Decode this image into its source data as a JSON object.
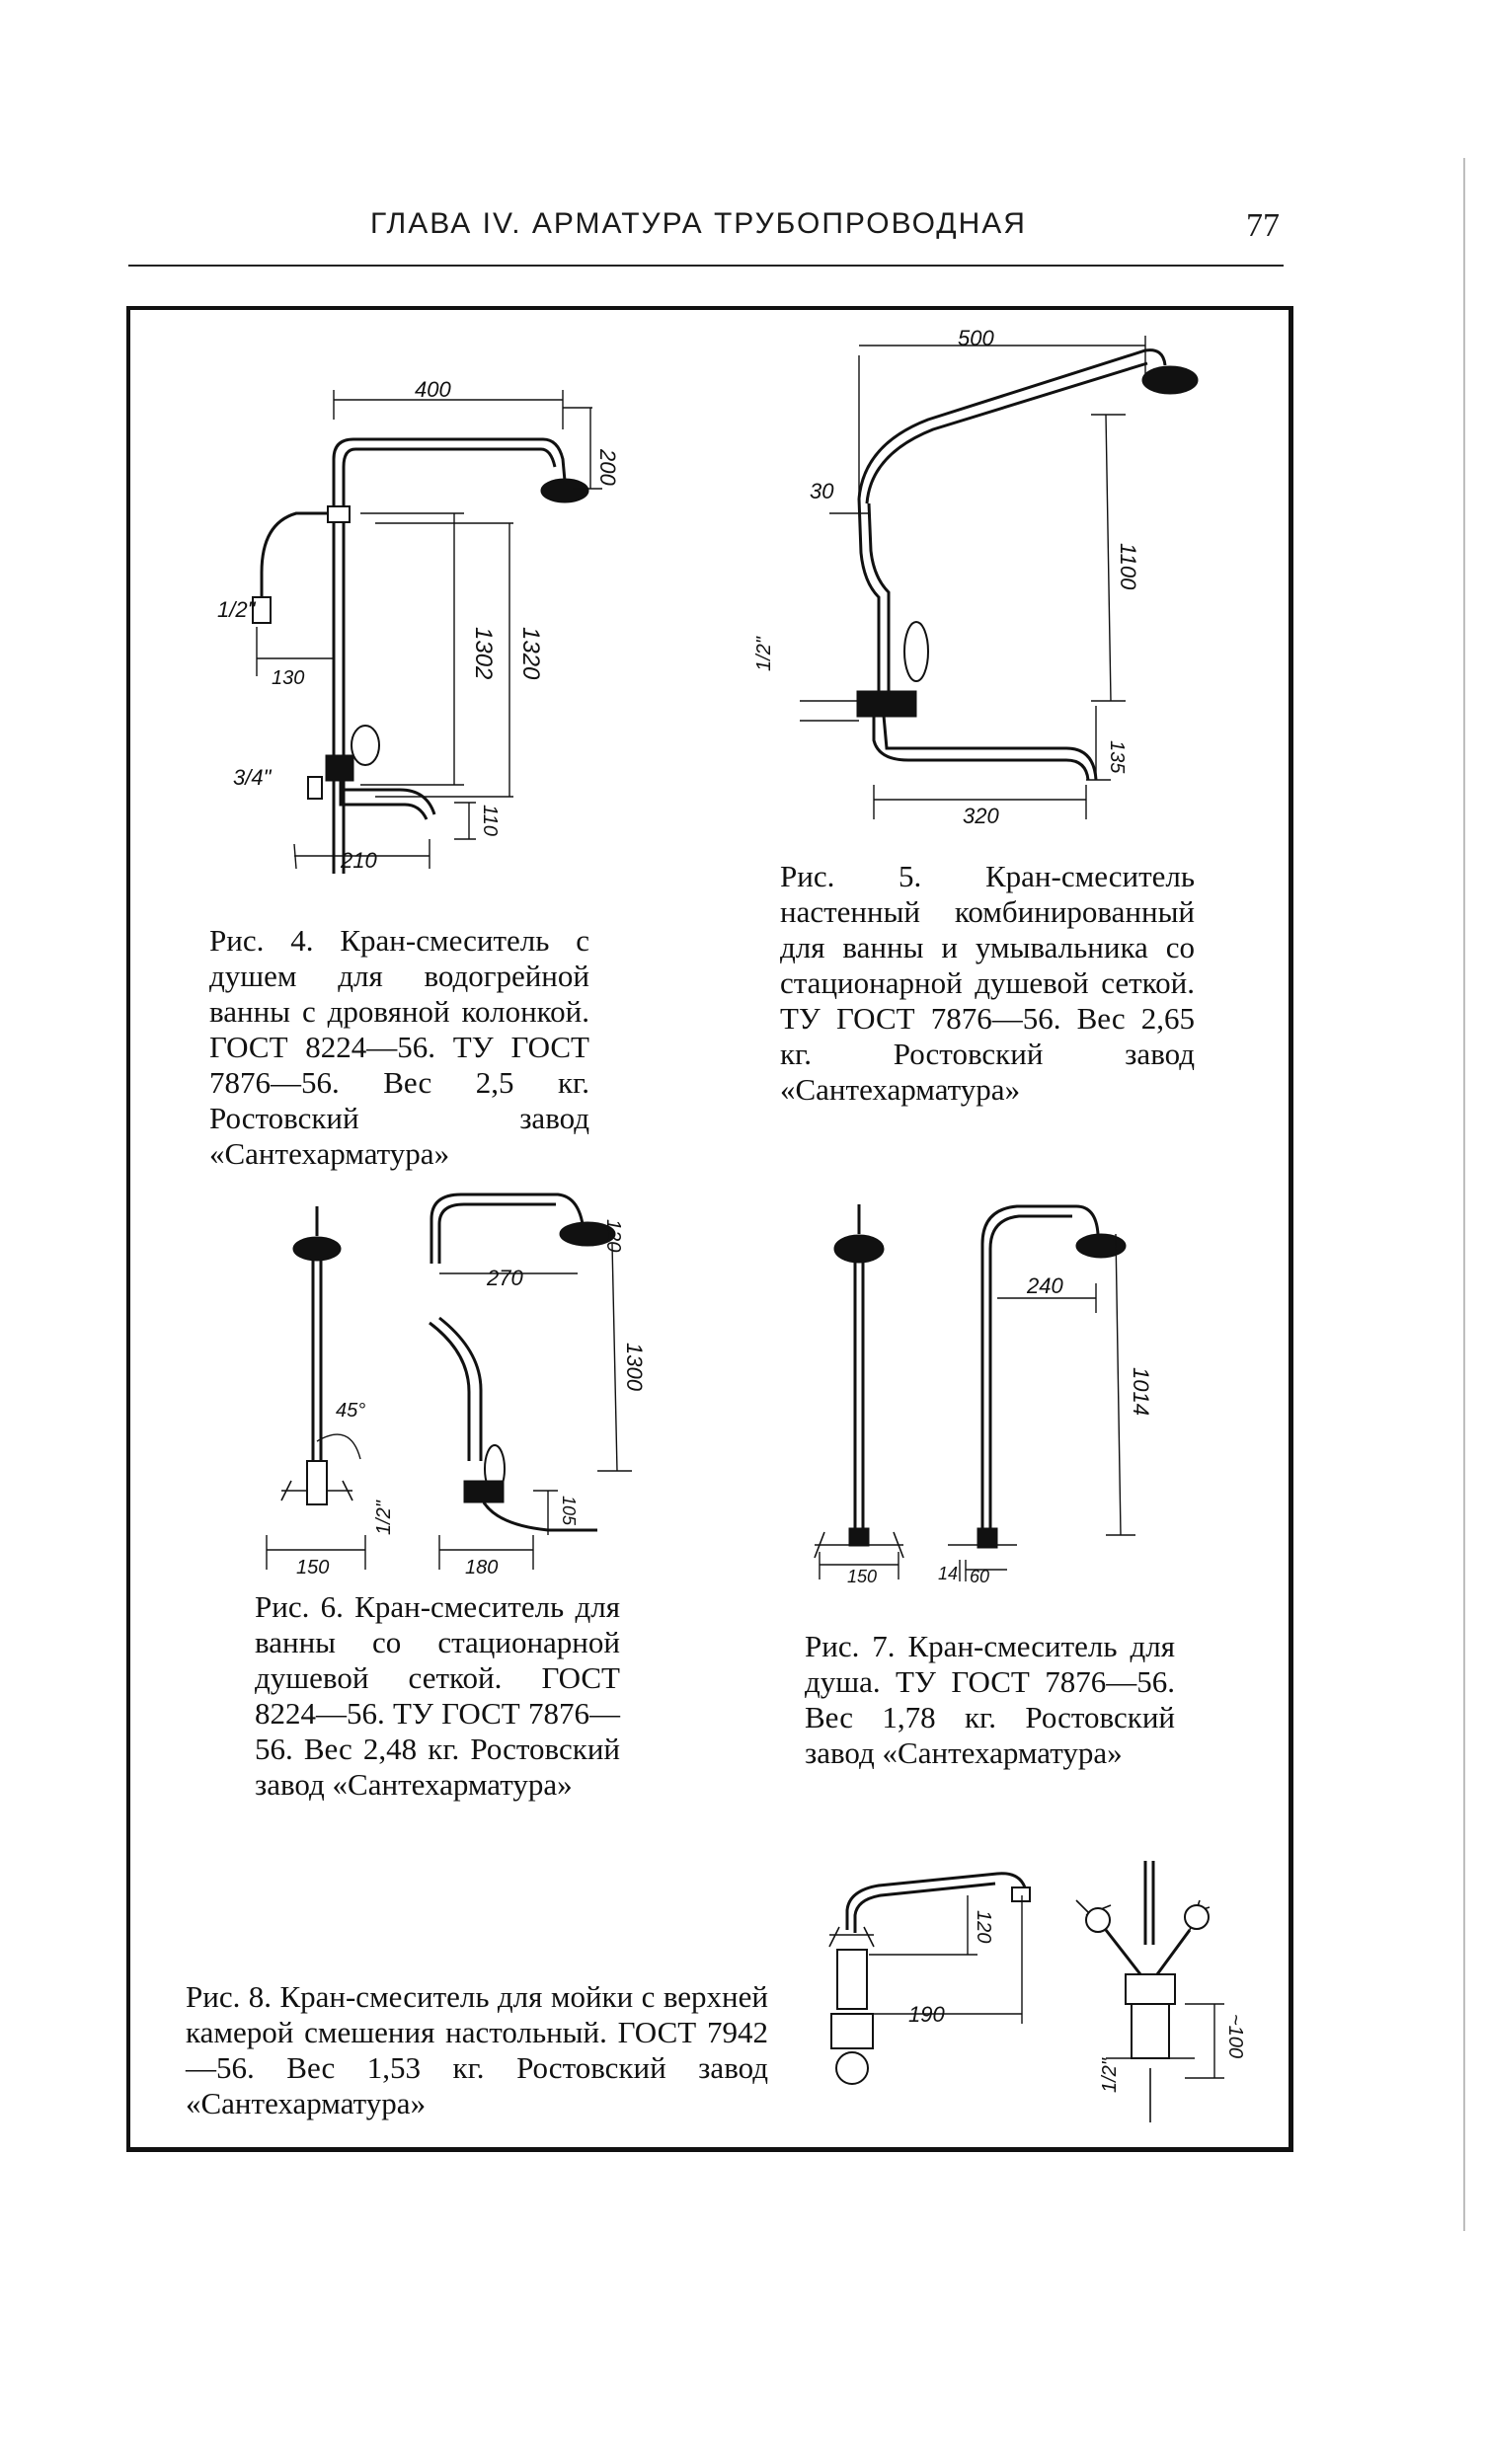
{
  "header": {
    "chapter_title": "ГЛАВА IV. АРМАТУРА ТРУБОПРОВОДНАЯ",
    "page_number": "77"
  },
  "figures": {
    "fig4": {
      "caption": "Рис. 4. Кран-смеситель с душем для водогрейной ванны с дровяной колонкой. ГОСТ 8224—56. ТУ ГОСТ 7876—56. Вес 2,5 кг. Ростовский завод «Сантехарматура»",
      "dims": [
        "400",
        "200",
        "1302",
        "1320",
        "1/2\"",
        "130",
        "3/4\"",
        "110",
        "210"
      ]
    },
    "fig5": {
      "caption": "Рис. 5. Кран-смеситель настенный комбинированный для ванны и умывальника со стационарной душевой сеткой. ТУ ГОСТ 7876—56. Вес 2,65 кг. Ростовский завод «Сантехарматура»",
      "dims": [
        "500",
        "30",
        "1100",
        "1/2\"",
        "135",
        "320"
      ]
    },
    "fig6": {
      "caption": "Рис. 6. Кран-смеситель для ванны со стационарной душевой сеткой. ГОСТ 8224—56. ТУ ГОСТ 7876—56. Вес 2,48 кг. Ростовский завод «Сантехарматура»",
      "dims": [
        "120",
        "270",
        "1300",
        "45°",
        "1/2\"",
        "105",
        "150",
        "180"
      ]
    },
    "fig7": {
      "caption": "Рис. 7. Кран-смеситель для душа. ТУ ГОСТ 7876—56. Вес 1,78 кг. Ростовский завод «Сантехарматура»",
      "dims": [
        "240",
        "1014",
        "150",
        "14",
        "60"
      ]
    },
    "fig8": {
      "caption": "Рис. 8. Кран-смеситель для мойки с верхней камерой смешения настольный. ГОСТ 7942—56. Вес 1,53 кг. Ростовский завод «Сантехарматура»",
      "dims": [
        "120",
        "190",
        "1/2\"",
        "~100"
      ]
    }
  }
}
